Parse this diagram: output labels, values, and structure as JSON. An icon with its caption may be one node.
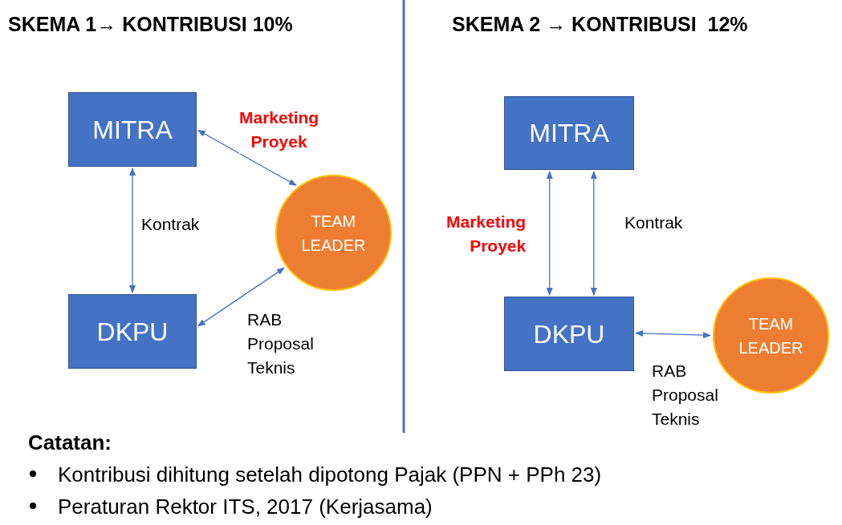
{
  "diagram": {
    "nodes": [
      {
        "text": [
          "MITRA"
        ]
      },
      {
        "text": [
          "DKPU"
        ]
      },
      {
        "text": [
          "TEAM LEADER"
        ]
      },
      {
        "text": [
          "MITRA"
        ]
      },
      {
        "text": [
          "DKPU"
        ]
      },
      {
        "text": [
          "TEAM LEADER"
        ]
      }
    ],
    "edges": [
      {
        "from": 0,
        "to": 2,
        "arrow": "both",
        "label": "Marketing Proyek"
      },
      {
        "from": 0,
        "to": 1,
        "arrow": "both",
        "label": "Kontrak"
      },
      {
        "from": 1,
        "to": 2,
        "arrow": "both",
        "label": "RAB Proposal Teknis"
      },
      {
        "from": 3,
        "to": 4,
        "arrow": "both",
        "label": "Marketing Proyek"
      },
      {
        "from": 3,
        "to": 4,
        "arrow": "both",
        "label": "Kontrak"
      },
      {
        "from": 4,
        "to": 5,
        "arrow": "both",
        "label": "RAB Proposal Teknis"
      }
    ],
    "labels": [
      "SKEMA 1→ KONTRIBUSI 10%",
      "SKEMA 2 → KONTRIBUSI  12%",
      "Catatan:",
      "Kontribusi dihitung setelah dipotong Pajak (PPN + PPh 23)",
      "Peraturan Rektor ITS, 2017 (Kerjasama)"
    ]
  }
}
